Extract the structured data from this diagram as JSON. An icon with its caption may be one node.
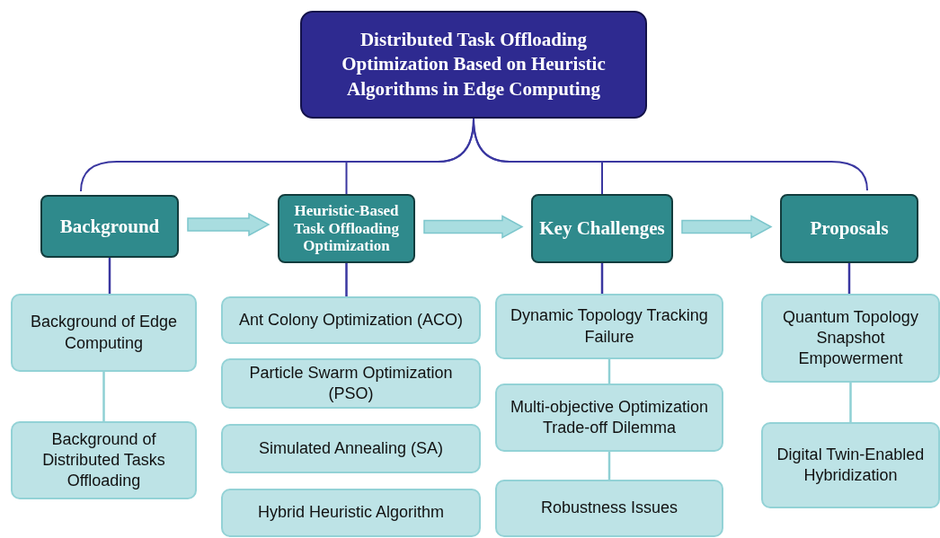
{
  "diagram": {
    "nodes": [
      {
        "text": [
          "Distributed Task Offloading Optimization Based on Heuristic Algorithms in Edge Computing"
        ]
      },
      {
        "text": [
          "Background"
        ]
      },
      {
        "text": [
          "Heuristic-Based Task Offloading Optimization"
        ]
      },
      {
        "text": [
          "Key Challenges"
        ]
      },
      {
        "text": [
          "Proposals"
        ]
      },
      {
        "text": [
          "Background of Edge Computing"
        ]
      },
      {
        "text": [
          "Background of Distributed Tasks Offloading"
        ]
      },
      {
        "text": [
          "Ant Colony Optimization (ACO)"
        ]
      },
      {
        "text": [
          "Particle Swarm Optimization (PSO)"
        ]
      },
      {
        "text": [
          "Simulated Annealing (SA)"
        ]
      },
      {
        "text": [
          "Hybrid Heuristic Algorithm"
        ]
      },
      {
        "text": [
          "Dynamic Topology Tracking Failure"
        ]
      },
      {
        "text": [
          "Multi-objective Optimization Trade-off Dilemma"
        ]
      },
      {
        "text": [
          "Robustness Issues"
        ]
      },
      {
        "text": [
          "Quantum Topology Snapshot Empowerment"
        ]
      },
      {
        "text": [
          "Digital Twin-Enabled Hybridization"
        ]
      }
    ],
    "edges": [
      {
        "from": 0,
        "to": 1,
        "arrow": "none"
      },
      {
        "from": 0,
        "to": 2,
        "arrow": "none"
      },
      {
        "from": 0,
        "to": 3,
        "arrow": "none"
      },
      {
        "from": 0,
        "to": 4,
        "arrow": "none"
      },
      {
        "from": 1,
        "to": 2,
        "arrow": "to",
        "style": "thick",
        "color": "#a9dde0"
      },
      {
        "from": 2,
        "to": 3,
        "arrow": "to",
        "style": "thick",
        "color": "#a9dde0"
      },
      {
        "from": 3,
        "to": 4,
        "arrow": "to",
        "style": "thick",
        "color": "#a9dde0"
      },
      {
        "from": 1,
        "to": 5,
        "arrow": "none"
      },
      {
        "from": 2,
        "to": 7,
        "arrow": "none"
      },
      {
        "from": 3,
        "to": 11,
        "arrow": "none"
      },
      {
        "from": 4,
        "to": 14,
        "arrow": "none"
      },
      {
        "from": 5,
        "to": 6,
        "arrow": "none",
        "color": "#8fd0d4"
      },
      {
        "from": 11,
        "to": 12,
        "arrow": "none",
        "color": "#8fd0d4"
      },
      {
        "from": 12,
        "to": 13,
        "arrow": "none",
        "color": "#8fd0d4"
      },
      {
        "from": 14,
        "to": 15,
        "arrow": "none",
        "color": "#8fd0d4"
      }
    ]
  }
}
